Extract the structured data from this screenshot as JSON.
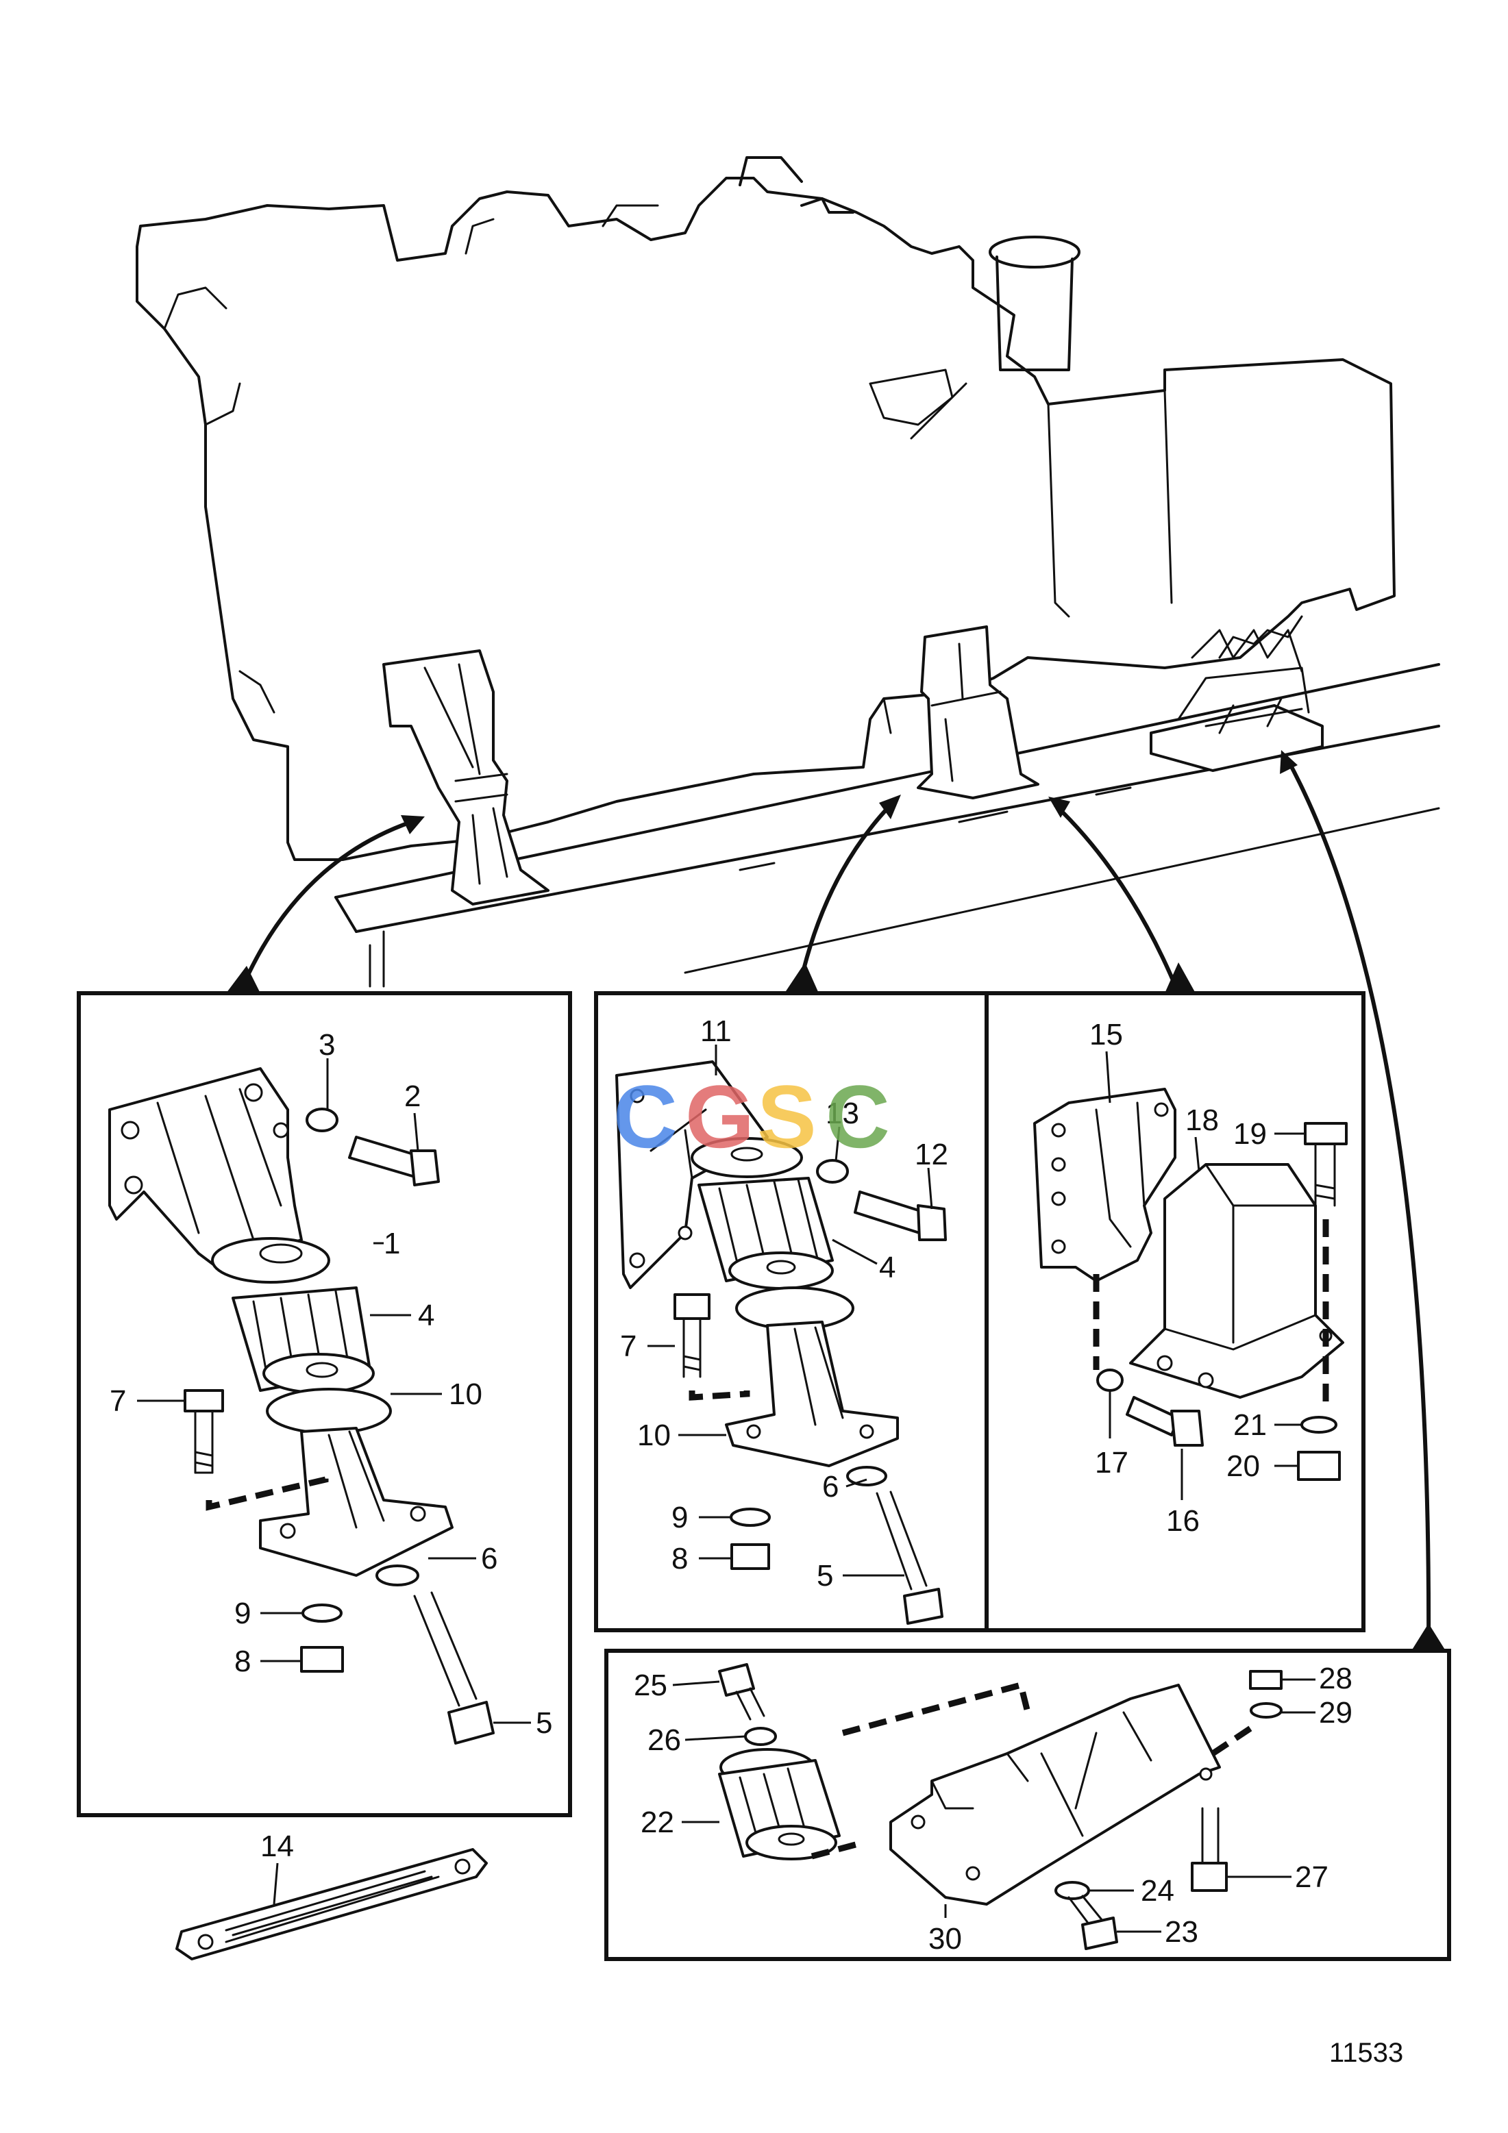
{
  "watermark": {
    "text": "CGSC",
    "colors": [
      "#4a86e8",
      "#e06666",
      "#f6c343",
      "#6aa84f"
    ]
  },
  "figure_ref": "11533",
  "callouts": {
    "p1": "1",
    "p2": "2",
    "p3": "3",
    "p4a": "4",
    "p4b": "4",
    "p5a": "5",
    "p5b": "5",
    "p6a": "6",
    "p6b": "6",
    "p7a": "7",
    "p7b": "7",
    "p8a": "8",
    "p8b": "8",
    "p9a": "9",
    "p9b": "9",
    "p10a": "10",
    "p10b": "10",
    "p11": "11",
    "p12": "12",
    "p13": "13",
    "p14": "14",
    "p15": "15",
    "p16": "16",
    "p17": "17",
    "p18": "18",
    "p19": "19",
    "p20": "20",
    "p21": "21",
    "p22": "22",
    "p23": "23",
    "p24": "24",
    "p25": "25",
    "p26": "26",
    "p27": "27",
    "p28": "28",
    "p29": "29",
    "p30": "30"
  }
}
